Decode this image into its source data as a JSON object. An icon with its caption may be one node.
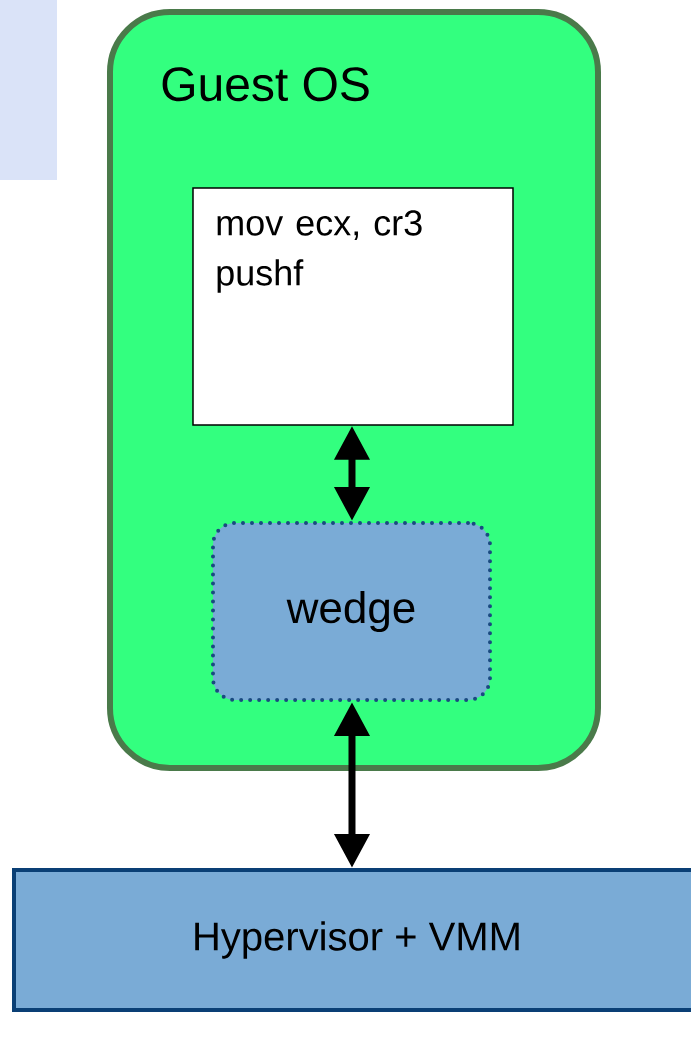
{
  "diagram": {
    "nodes": [
      {
        "text": [
          "Guest OS"
        ]
      },
      {
        "text": [
          "mov ecx, cr3 pushf"
        ],
        "in": 0
      },
      {
        "text": [
          "wedge"
        ],
        "in": 0
      },
      {
        "text": [
          "Hypervisor + VMM"
        ]
      }
    ],
    "edges": [
      {
        "from": 1,
        "to": 2,
        "arrow": "both"
      },
      {
        "from": 2,
        "to": 3,
        "arrow": "both"
      }
    ]
  }
}
